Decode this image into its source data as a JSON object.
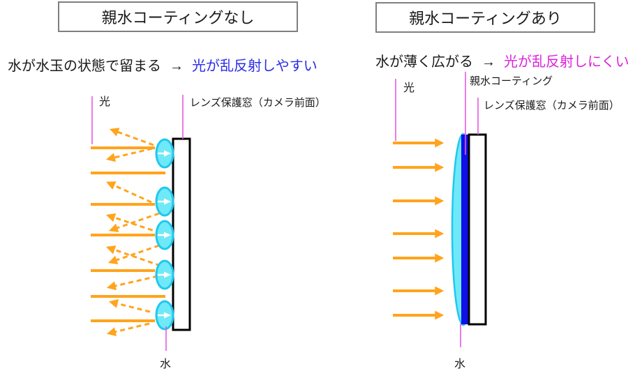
{
  "colors": {
    "orange": "#ffa41c",
    "droplet_fill": "#6fe9f8",
    "droplet_stroke": "#1fc8ee",
    "coating_blue": "#1010e8",
    "leader_magenta": "#e55be0",
    "subtitle_blue": "#2b2be8",
    "subtitle_magenta": "#dc22dc",
    "box_border_gray": "#7f7f7f",
    "window_border": "#000000",
    "text_black": "#1a1a1a"
  },
  "left_panel": {
    "title": "親水コーティングなし",
    "subtitle_plain": "水が水玉の状態で留まる",
    "subtitle_arrow": "→",
    "subtitle_highlight": "光が乱反射しやすい",
    "labels": {
      "light": "光",
      "window": "レンズ保護窓（カメラ前面）",
      "water": "水"
    }
  },
  "right_panel": {
    "title": "親水コーティングあり",
    "subtitle_plain": "水が薄く広がる",
    "subtitle_arrow": "→",
    "subtitle_highlight": "光が乱反射しにくい",
    "labels": {
      "light": "光",
      "coating": "親水コーティング",
      "window": "レンズ保護窓（カメラ前面）",
      "water": "水"
    }
  }
}
